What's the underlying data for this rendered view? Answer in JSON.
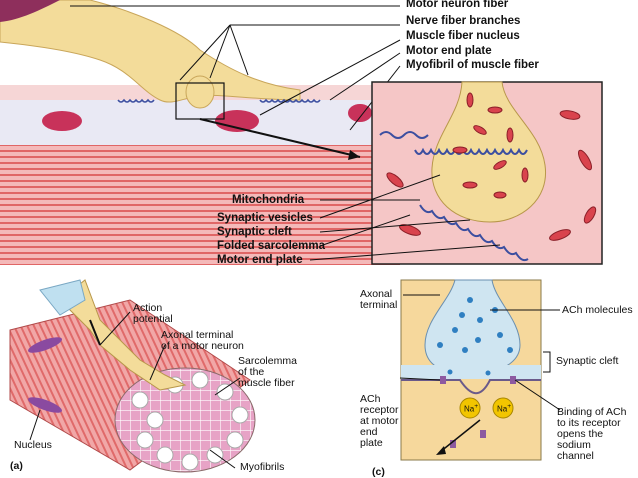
{
  "top_panel": {
    "labels": {
      "motor_neuron_fiber": "Motor neuron fiber",
      "nerve_fiber_branches": "Nerve fiber branches",
      "muscle_fiber_nucleus": "Muscle fiber nucleus",
      "motor_end_plate": "Motor end plate",
      "myofibril": "Myofibril of muscle fiber",
      "mitochondria": "Mitochondria",
      "synaptic_vesicles": "Synaptic vesicles",
      "synaptic_cleft": "Synaptic cleft",
      "folded_sarcolemma": "Folded sarcolemma",
      "motor_end_plate_2": "Motor end plate"
    }
  },
  "panel_a": {
    "letter": "(a)",
    "labels": {
      "action_potential": "Action\npotential",
      "axonal_terminal": "Axonal terminal\nof a motor neuron",
      "sarcolemma": "Sarcolemma\nof the\nmuscle fiber",
      "nucleus": "Nucleus",
      "myofibrils": "Myofibrils"
    }
  },
  "panel_c": {
    "letter": "(c)",
    "labels": {
      "axonal_terminal": "Axonal\nterminal",
      "ach_molecules": "ACh molecules",
      "synaptic_cleft": "Synaptic cleft",
      "ach_receptor": "ACh\nreceptor\nat motor\nend\nplate",
      "binding": "Binding of ACh\nto its receptor\nopens the\nsodium\nchannel",
      "na1": "Na",
      "na2": "Na"
    }
  },
  "colors": {
    "muscle_red": "#e05a5a",
    "neuron_yellow": "#f3dc9a",
    "cleft_blue": "#c9e3f2",
    "vesicle_blue": "#2f7fc1",
    "mito_red": "#d9434d",
    "panel_c_bg": "#f6d89c"
  }
}
